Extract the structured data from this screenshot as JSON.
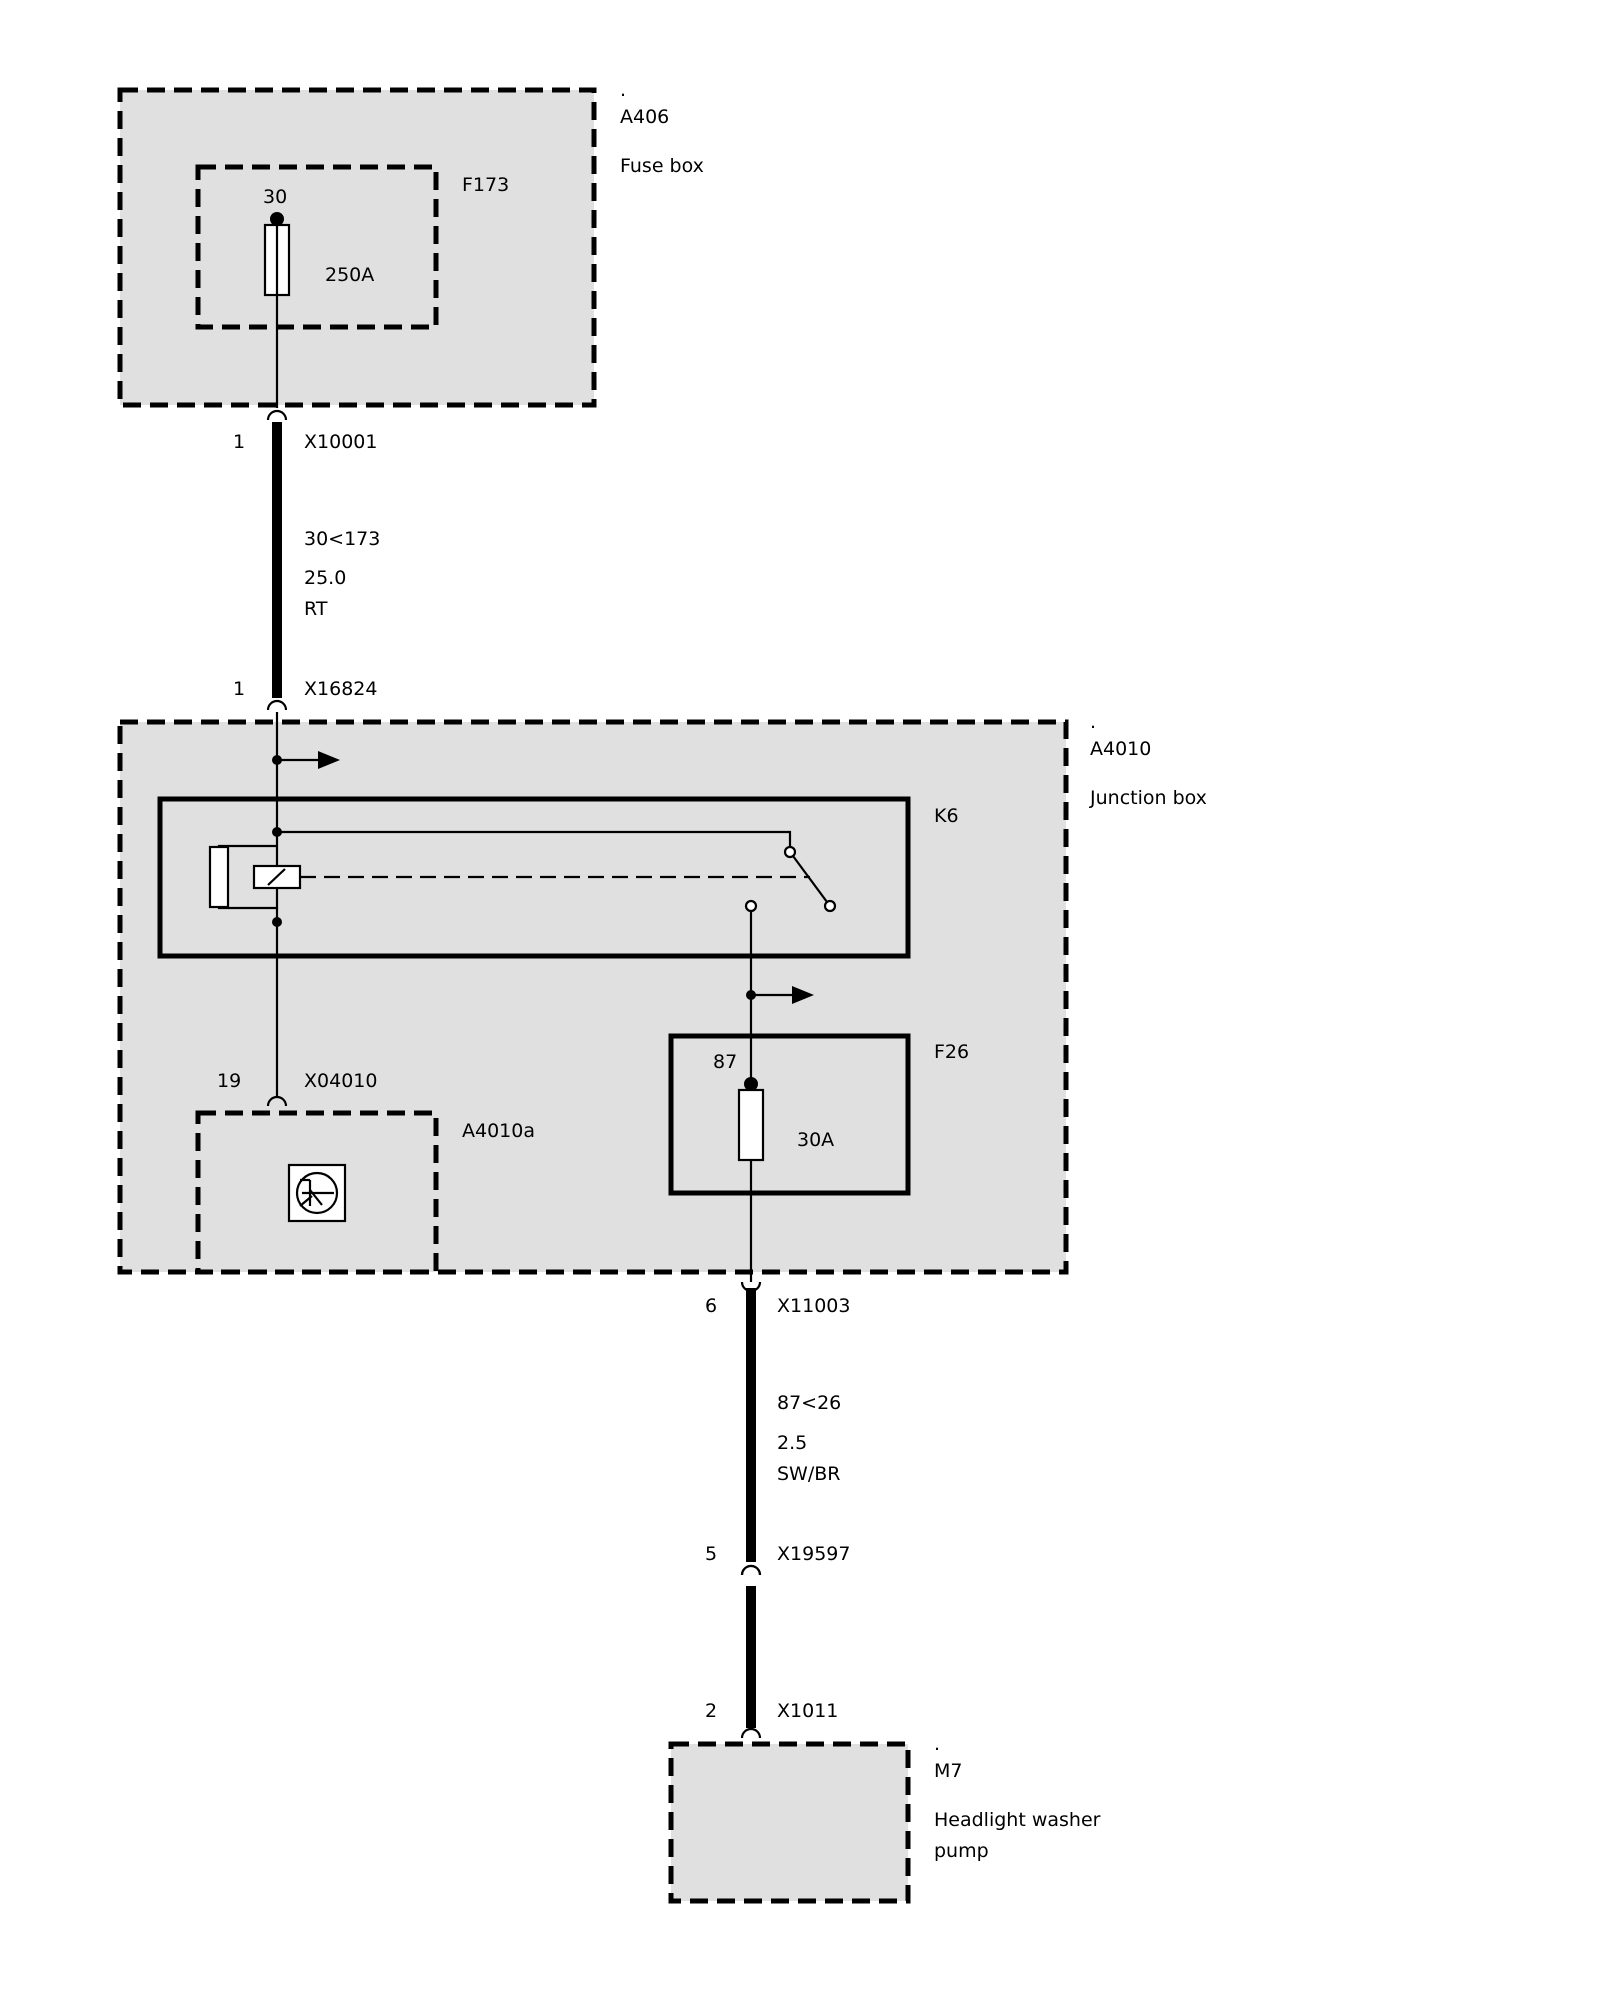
{
  "components": {
    "a406": {
      "dot": ".",
      "id": "A406",
      "name": "Fuse box"
    },
    "f173": {
      "id": "F173",
      "pin": "30",
      "rating": "250A"
    },
    "a4010": {
      "dot": ".",
      "id": "A4010",
      "name": "Junction box"
    },
    "k6": {
      "id": "K6"
    },
    "a4010a": {
      "id": "A4010a"
    },
    "f26": {
      "id": "F26",
      "pin": "87",
      "rating": "30A"
    },
    "m7": {
      "dot": ".",
      "id": "M7",
      "name_line1": "Headlight washer",
      "name_line2": "pump"
    }
  },
  "connectors": {
    "x10001": {
      "pin": "1",
      "id": "X10001"
    },
    "x16824": {
      "pin": "1",
      "id": "X16824"
    },
    "x04010": {
      "pin": "19",
      "id": "X04010"
    },
    "x11003": {
      "pin": "6",
      "id": "X11003"
    },
    "x19597": {
      "pin": "5",
      "id": "X19597"
    },
    "x1011": {
      "pin": "2",
      "id": "X1011"
    }
  },
  "wires": {
    "w1": {
      "signal": "30<173",
      "size": "25.0",
      "color": "RT"
    },
    "w2": {
      "signal": "87<26",
      "size": "2.5",
      "color": "SW/BR"
    }
  }
}
